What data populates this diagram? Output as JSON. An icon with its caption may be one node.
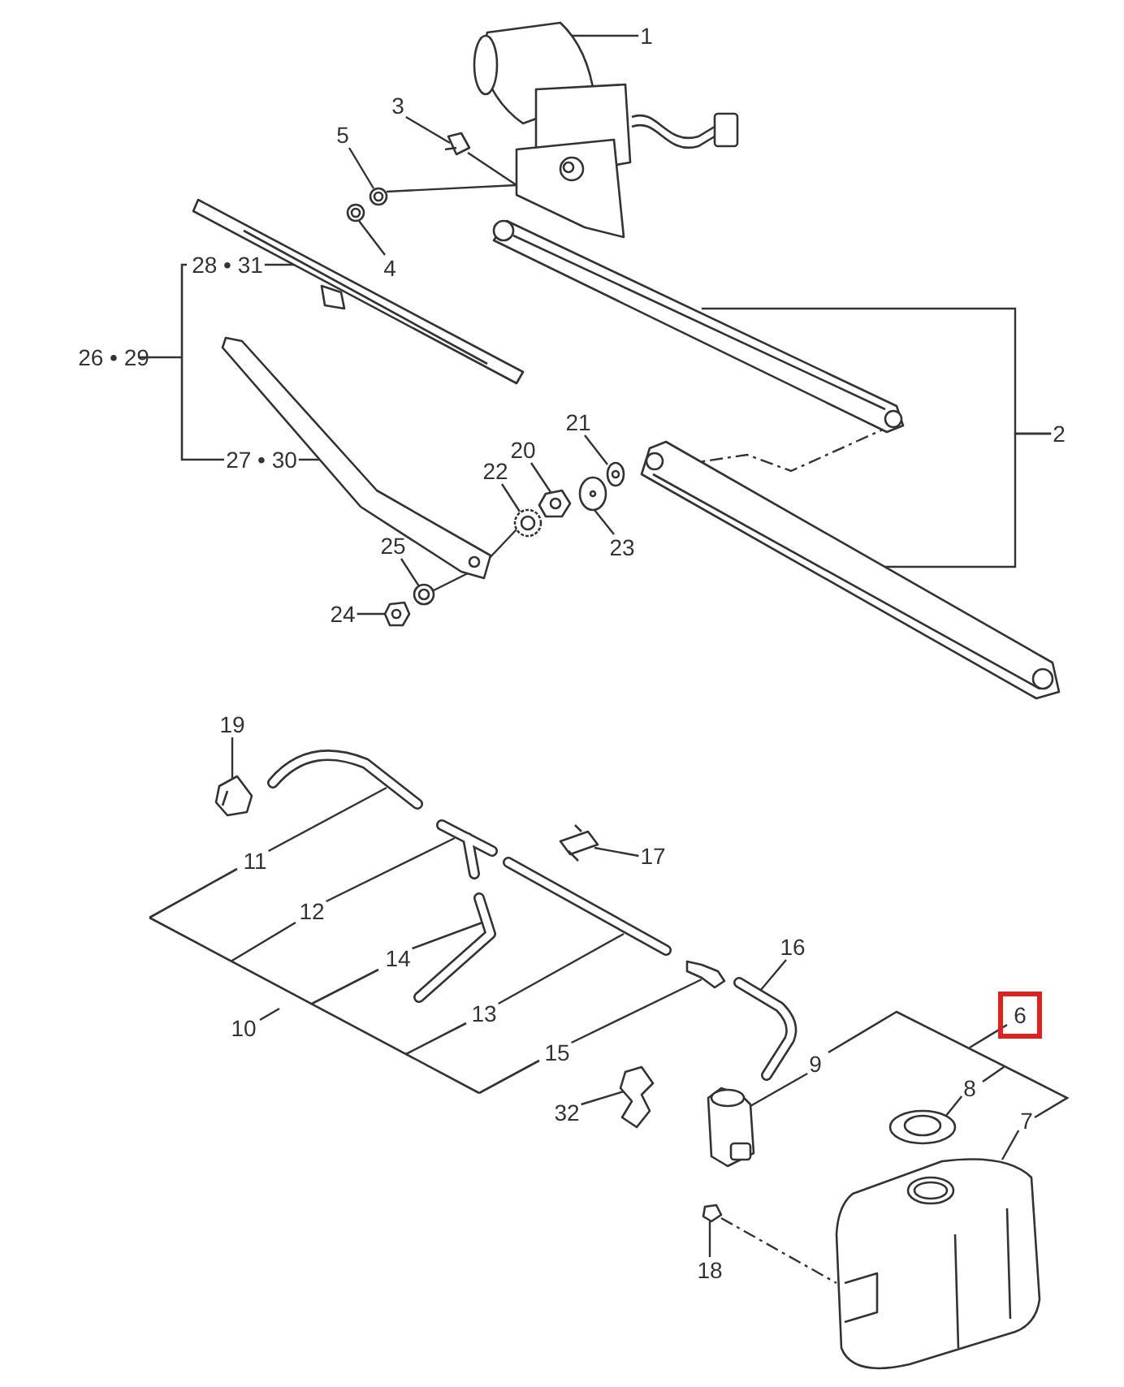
{
  "diagram": {
    "nodes": [
      {
        "text": [
          "1"
        ]
      },
      {
        "text": [
          "3"
        ]
      },
      {
        "text": [
          "5"
        ]
      },
      {
        "text": [
          "4"
        ]
      },
      {
        "text": [
          "28 • 31"
        ]
      },
      {
        "text": [
          "26 • 29"
        ]
      },
      {
        "text": [
          "2"
        ]
      },
      {
        "text": [
          "21"
        ]
      },
      {
        "text": [
          "20"
        ]
      },
      {
        "text": [
          "22"
        ]
      },
      {
        "text": [
          "27 • 30"
        ]
      },
      {
        "text": [
          "23"
        ]
      },
      {
        "text": [
          "25"
        ]
      },
      {
        "text": [
          "24"
        ]
      },
      {
        "text": [
          "19"
        ]
      },
      {
        "text": [
          "11"
        ]
      },
      {
        "text": [
          "17"
        ]
      },
      {
        "text": [
          "12"
        ]
      },
      {
        "text": [
          "14"
        ]
      },
      {
        "text": [
          "16"
        ]
      },
      {
        "text": [
          "10"
        ]
      },
      {
        "text": [
          "13"
        ]
      },
      {
        "text": [
          "6"
        ]
      },
      {
        "text": [
          "9"
        ]
      },
      {
        "text": [
          "15"
        ]
      },
      {
        "text": [
          "8"
        ]
      },
      {
        "text": [
          "32"
        ]
      },
      {
        "text": [
          "7"
        ]
      },
      {
        "text": [
          "18"
        ]
      },
      {
        "text": [],
        "shape": "picture"
      },
      {
        "text": [],
        "shape": "picture"
      },
      {
        "text": [],
        "shape": "picture"
      },
      {
        "text": [],
        "shape": "picture"
      },
      {
        "text": [],
        "shape": "picture"
      },
      {
        "text": [],
        "shape": "picture"
      },
      {
        "text": [],
        "shape": "picture"
      },
      {
        "text": [],
        "shape": "picture"
      },
      {
        "text": [],
        "shape": "picture"
      },
      {
        "text": [],
        "shape": "picture"
      },
      {
        "text": [],
        "shape": "picture"
      },
      {
        "text": [],
        "shape": "picture"
      },
      {
        "text": [],
        "shape": "picture"
      },
      {
        "text": [],
        "shape": "picture"
      },
      {
        "text": [],
        "shape": "picture"
      },
      {
        "text": [],
        "shape": "picture"
      },
      {
        "text": [],
        "shape": "picture"
      },
      {
        "text": [],
        "shape": "picture"
      },
      {
        "text": [],
        "shape": "picture"
      },
      {
        "text": [],
        "shape": "picture"
      },
      {
        "text": [],
        "shape": "picture"
      },
      {
        "text": [],
        "shape": "picture"
      },
      {
        "text": [],
        "shape": "picture"
      },
      {
        "text": [],
        "shape": "picture"
      },
      {
        "text": [],
        "shape": "picture"
      },
      {
        "text": [],
        "shape": "picture"
      },
      {
        "text": [],
        "shape": "picture"
      }
    ],
    "edges": [
      {
        "from": 0,
        "to": 29,
        "arrow": "none"
      },
      {
        "from": 1,
        "to": 30,
        "arrow": "none"
      },
      {
        "from": 2,
        "to": 31,
        "arrow": "none"
      },
      {
        "from": 3,
        "to": 32,
        "arrow": "none"
      },
      {
        "from": 4,
        "to": 33,
        "arrow": "none"
      },
      {
        "from": 6,
        "to": 34,
        "arrow": "none"
      },
      {
        "from": 6,
        "to": 35,
        "arrow": "none"
      },
      {
        "from": 7,
        "to": 36,
        "arrow": "none"
      },
      {
        "from": 8,
        "to": 37,
        "arrow": "none"
      },
      {
        "from": 9,
        "to": 38,
        "arrow": "none"
      },
      {
        "from": 10,
        "to": 39,
        "arrow": "none"
      },
      {
        "from": 11,
        "to": 40,
        "arrow": "none"
      },
      {
        "from": 12,
        "to": 41,
        "arrow": "none"
      },
      {
        "from": 13,
        "to": 42,
        "arrow": "none"
      },
      {
        "from": 14,
        "to": 43,
        "arrow": "none"
      },
      {
        "from": 15,
        "to": 44,
        "arrow": "none"
      },
      {
        "from": 16,
        "to": 45,
        "arrow": "none"
      },
      {
        "from": 17,
        "to": 46,
        "arrow": "none"
      },
      {
        "from": 18,
        "to": 47,
        "arrow": "none"
      },
      {
        "from": 19,
        "to": 48,
        "arrow": "none"
      },
      {
        "from": 21,
        "to": 49,
        "arrow": "none"
      },
      {
        "from": 23,
        "to": 50,
        "arrow": "none"
      },
      {
        "from": 24,
        "to": 51,
        "arrow": "none"
      },
      {
        "from": 25,
        "to": 52,
        "arrow": "none"
      },
      {
        "from": 26,
        "to": 53,
        "arrow": "none"
      },
      {
        "from": 27,
        "to": 54,
        "arrow": "none"
      },
      {
        "from": 28,
        "to": 55,
        "arrow": "none"
      },
      {
        "from": 30,
        "to": 29,
        "arrow": "none"
      },
      {
        "from": 31,
        "to": 29,
        "arrow": "none"
      },
      {
        "from": 34,
        "to": 35,
        "arrow": "none",
        "style": "dashed"
      },
      {
        "from": 39,
        "to": 38,
        "arrow": "none"
      },
      {
        "from": 41,
        "to": 39,
        "arrow": "none"
      },
      {
        "from": 55,
        "to": 54,
        "arrow": "none",
        "style": "dashed"
      }
    ]
  }
}
